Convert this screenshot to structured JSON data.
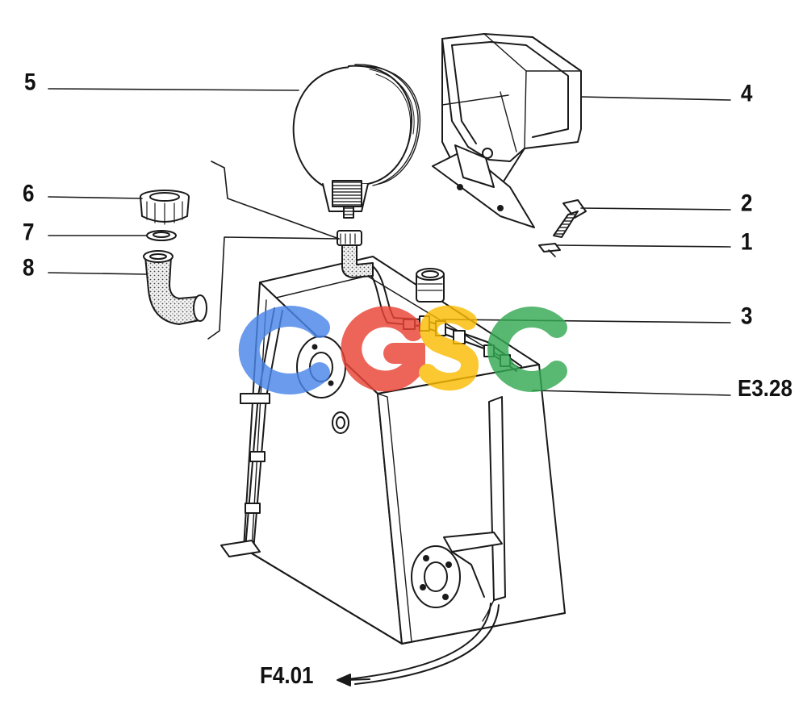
{
  "callouts": {
    "c1": "1",
    "c2": "2",
    "c3": "3",
    "c4": "4",
    "c5": "5",
    "c6": "6",
    "c7": "7",
    "c8": "8"
  },
  "references": {
    "figure_ref": "E3.28",
    "cross_ref": "F4.01"
  },
  "watermark": {
    "text": "CGSC",
    "colors": [
      "#4a86e8",
      "#ea4335",
      "#fbbc05",
      "#34a853"
    ]
  },
  "colors": {
    "line": "#1a1a1a",
    "hatch": "#555555"
  }
}
